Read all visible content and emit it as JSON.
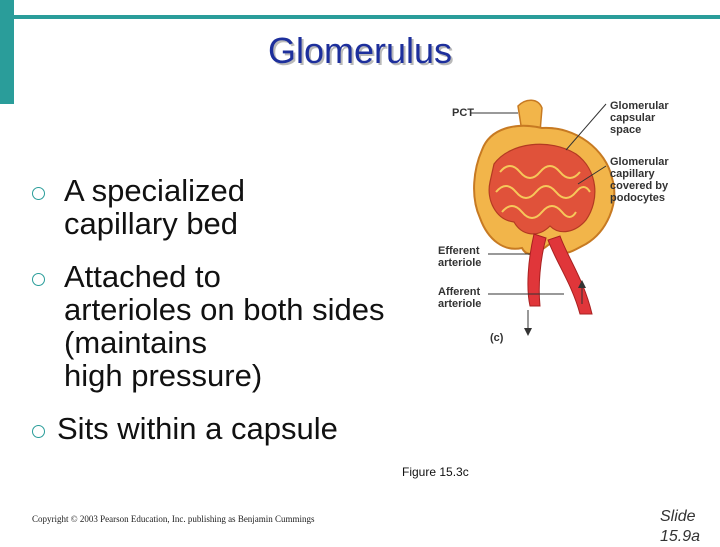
{
  "title": "Glomerulus",
  "bullets": [
    "A specialized\ncapillary bed",
    "Attached to\narterioles on both sides\n(maintains\nhigh pressure)",
    "Sits within a capsule"
  ],
  "figure": {
    "labels": {
      "pct": "PCT",
      "capsular_space": "Glomerular\ncapsular\nspace",
      "capillary": "Glomerular\ncapillary\ncovered by\npodocytes",
      "efferent": "Efferent\narteriole",
      "afferent": "Afferent\narteriole",
      "panel": "(c)"
    },
    "colors": {
      "capsule": "#f2b54a",
      "tubule": "#e9a63a",
      "capillary": "#e0523a",
      "artery": "#e0363a",
      "outline": "#c77a22"
    }
  },
  "caption": "Figure 15.3c",
  "copyright": "Copyright © 2003 Pearson Education, Inc. publishing as Benjamin Cummings",
  "slide_number": "Slide\n15.9a",
  "theme": {
    "accent": "#2a9d9a",
    "title_color": "#1d2f9c"
  }
}
